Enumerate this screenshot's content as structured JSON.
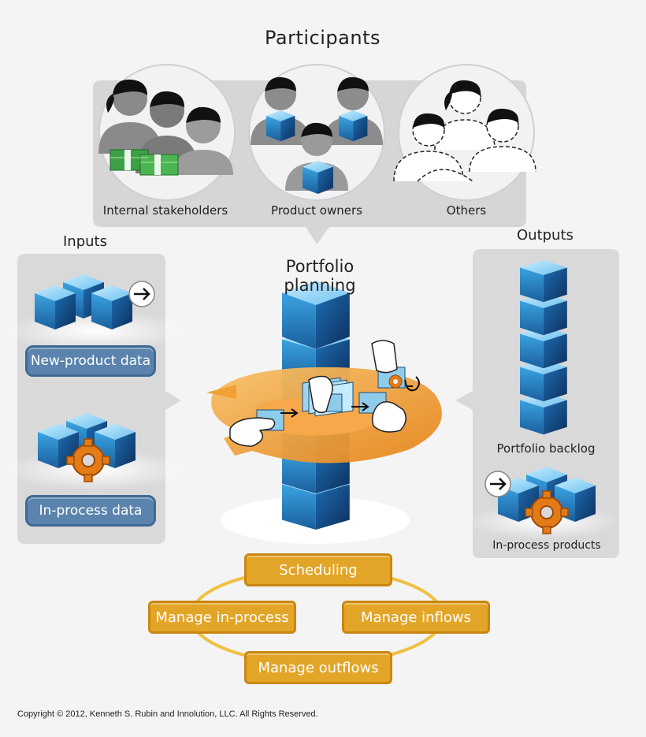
{
  "participants": {
    "title": "Participants",
    "groups": [
      "Internal stakeholders",
      "Product owners",
      "Others"
    ]
  },
  "inputs": {
    "title": "Inputs",
    "items": [
      "New-product data",
      "In-process data"
    ]
  },
  "center": {
    "title": "Portfolio planning"
  },
  "outputs": {
    "title": "Outputs",
    "items": [
      "Portfolio backlog",
      "In-process products"
    ]
  },
  "activities": {
    "top": "Scheduling",
    "left": "Manage in-process",
    "right": "Manage inflows",
    "bottom": "Manage outflows"
  },
  "copyright": "Copyright © 2012, Kenneth S. Rubin and Innolution, LLC. All Rights Reserved.",
  "colors": {
    "panel": "#d9d9d9",
    "blue_button": "#5a83ad",
    "orange_button": "#e3a527",
    "cube": "#2f8fd0"
  }
}
